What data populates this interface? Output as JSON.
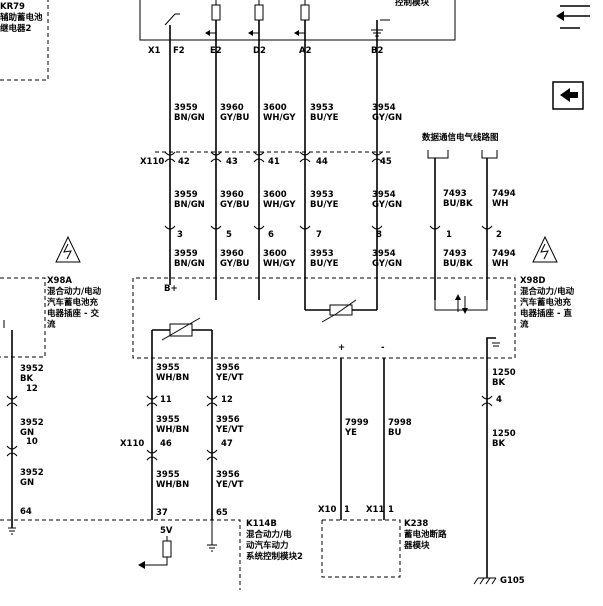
{
  "top_component": {
    "label": "控制模块"
  },
  "top_left_component": {
    "id": "KR79",
    "line1": "辅助蓄电池",
    "line2": "继电器2"
  },
  "x1": {
    "connector": "X1",
    "pins": [
      "F2",
      "E2",
      "D2",
      "A2",
      "B2"
    ]
  },
  "circuits_top": [
    {
      "number": "3959",
      "color": "BN/GN"
    },
    {
      "number": "3960",
      "color": "GY/BU"
    },
    {
      "number": "3600",
      "color": "WH/GY"
    },
    {
      "number": "3953",
      "color": "BU/YE"
    },
    {
      "number": "3954",
      "color": "GY/GN"
    }
  ],
  "x110_top": {
    "connector": "X110",
    "pins": [
      "42",
      "43",
      "41",
      "44",
      "45"
    ]
  },
  "circuits_mid": [
    {
      "number": "3959",
      "color": "BN/GN"
    },
    {
      "number": "3960",
      "color": "GY/BU"
    },
    {
      "number": "3600",
      "color": "WH/GY"
    },
    {
      "number": "3953",
      "color": "BU/YE"
    },
    {
      "number": "3954",
      "color": "GY/GN"
    }
  ],
  "x98d_pins": [
    "3",
    "5",
    "6",
    "7",
    "8"
  ],
  "circuits_low": [
    {
      "number": "3959",
      "color": "BN/GN"
    },
    {
      "number": "3960",
      "color": "GY/BU"
    },
    {
      "number": "3600",
      "color": "WH/GY"
    },
    {
      "number": "3953",
      "color": "BU/YE"
    },
    {
      "number": "3954",
      "color": "GY/GN"
    }
  ],
  "bplus": "B+",
  "data_comm": {
    "title": "数据通信电气线路图",
    "circuits_top": [
      {
        "number": "7493",
        "color": "BU/BK"
      },
      {
        "number": "7494",
        "color": "WH"
      }
    ],
    "pins": [
      "1",
      "2"
    ],
    "circuits_low": [
      {
        "number": "7493",
        "color": "BU/BK"
      },
      {
        "number": "7494",
        "color": "WH"
      }
    ]
  },
  "x98d": {
    "id": "X98D",
    "line1": "混合动力/电动",
    "line2": "汽车蓄电池充",
    "line3": "电器插座 - 直",
    "line4": "流"
  },
  "x98a": {
    "id": "X98A",
    "line1": "混合动力/电动",
    "line2": "汽车蓄电池充",
    "line3": "电器插座 - 交",
    "line4": "流"
  },
  "left_wire": {
    "c1": {
      "number": "3952",
      "color": "BK"
    },
    "pin1": "12",
    "c2": {
      "number": "3952",
      "color": "GN"
    },
    "pin2": "10",
    "c3": {
      "number": "3952",
      "color": "GN"
    },
    "pin3": "64"
  },
  "thermistor_left": {
    "number": "3955",
    "color": "WH/BN"
  },
  "thermistor_right": {
    "number": "3956",
    "color": "YE/VT"
  },
  "mid_pins": [
    "11",
    "12"
  ],
  "mid_circuits": [
    {
      "number": "3955",
      "color": "WH/BN"
    },
    {
      "number": "3956",
      "color": "YE/VT"
    }
  ],
  "x110_low": {
    "connector": "X110",
    "pins": [
      "46",
      "47"
    ]
  },
  "low_circuits": [
    {
      "number": "3955",
      "color": "WH/BN"
    },
    {
      "number": "3956",
      "color": "YE/VT"
    }
  ],
  "k114b": {
    "pins": [
      "37",
      "65"
    ],
    "volt": "5V",
    "id": "K114B",
    "line1": "混合动力/电",
    "line2": "动汽车动力",
    "line3": "系统控制模块2"
  },
  "power_wires": {
    "plus": "+",
    "minus": "-",
    "c1": {
      "number": "7999",
      "color": "YE"
    },
    "c2": {
      "number": "7998",
      "color": "BU"
    }
  },
  "k238": {
    "x10": "X10",
    "x11": "X11",
    "pin_a": "1",
    "pin_b": "1",
    "id": "K238",
    "line1": "蓄电池断路",
    "line2": "器模块"
  },
  "ground_wire": {
    "c1": {
      "number": "1250",
      "color": "BK"
    },
    "pin": "4",
    "c2": {
      "number": "1250",
      "color": "BK"
    },
    "ground": "G105"
  }
}
